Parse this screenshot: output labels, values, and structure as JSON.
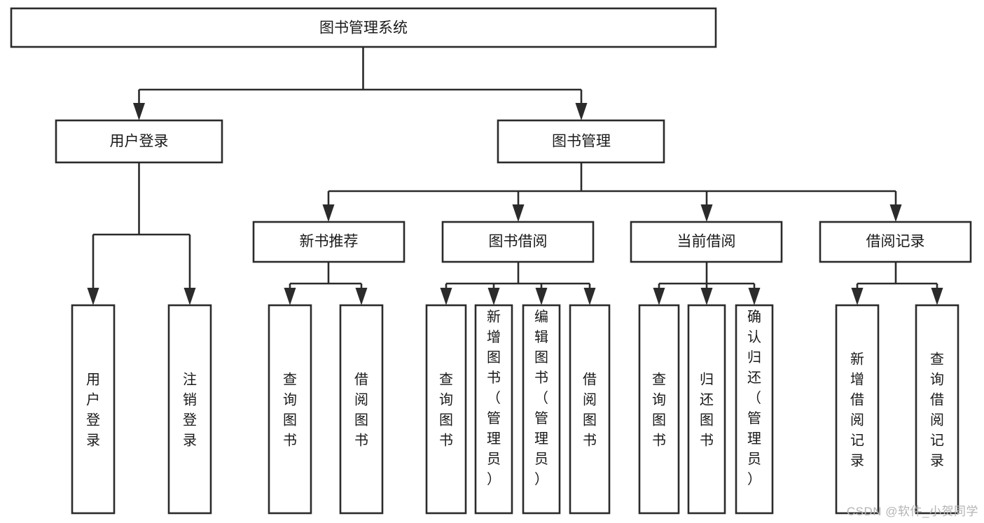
{
  "diagram": {
    "title": "图书管理系统",
    "watermark": "CSDN @软件_小贺同学",
    "colors": {
      "stroke": "#2b2b2b",
      "fill": "#ffffff",
      "text": "#1a1a1a",
      "watermark": "#b4b4b4"
    },
    "root": {
      "label": "图书管理系统"
    },
    "level2": [
      {
        "label": "用户登录"
      },
      {
        "label": "图书管理"
      }
    ],
    "level3": [
      {
        "label": "新书推荐"
      },
      {
        "label": "图书借阅"
      },
      {
        "label": "当前借阅"
      },
      {
        "label": "借阅记录"
      }
    ],
    "leaves": {
      "user_login": [
        {
          "label": "用户登录"
        },
        {
          "label": "注销登录"
        }
      ],
      "new_book": [
        {
          "label": "查询图书"
        },
        {
          "label": "借阅图书"
        }
      ],
      "borrow": [
        {
          "label": "查询图书"
        },
        {
          "label": "新增图书（管理员）"
        },
        {
          "label": "编辑图书（管理员）"
        },
        {
          "label": "借阅图书"
        }
      ],
      "current": [
        {
          "label": "查询图书"
        },
        {
          "label": "归还图书"
        },
        {
          "label": "确认归还（管理员）"
        }
      ],
      "records": [
        {
          "label": "新增借阅记录"
        },
        {
          "label": "查询借阅记录"
        }
      ]
    }
  },
  "chart_data": {
    "type": "diagram",
    "title": "图书管理系统",
    "diagram_kind": "tree / hierarchy (功能结构图)",
    "orientation": "top-down",
    "nodes": [
      {
        "id": "root",
        "label": "图书管理系统",
        "level": 0,
        "parent": null
      },
      {
        "id": "n_login",
        "label": "用户登录",
        "level": 1,
        "parent": "root"
      },
      {
        "id": "n_manage",
        "label": "图书管理",
        "level": 1,
        "parent": "root"
      },
      {
        "id": "n_new",
        "label": "新书推荐",
        "level": 2,
        "parent": "n_manage"
      },
      {
        "id": "n_borrow",
        "label": "图书借阅",
        "level": 2,
        "parent": "n_manage"
      },
      {
        "id": "n_current",
        "label": "当前借阅",
        "level": 2,
        "parent": "n_manage"
      },
      {
        "id": "n_record",
        "label": "借阅记录",
        "level": 2,
        "parent": "n_manage"
      },
      {
        "id": "l1",
        "label": "用户登录",
        "level": 2,
        "parent": "n_login"
      },
      {
        "id": "l2",
        "label": "注销登录",
        "level": 2,
        "parent": "n_login"
      },
      {
        "id": "l3",
        "label": "查询图书",
        "level": 3,
        "parent": "n_new"
      },
      {
        "id": "l4",
        "label": "借阅图书",
        "level": 3,
        "parent": "n_new"
      },
      {
        "id": "l5",
        "label": "查询图书",
        "level": 3,
        "parent": "n_borrow"
      },
      {
        "id": "l6",
        "label": "新增图书（管理员）",
        "level": 3,
        "parent": "n_borrow"
      },
      {
        "id": "l7",
        "label": "编辑图书（管理员）",
        "level": 3,
        "parent": "n_borrow"
      },
      {
        "id": "l8",
        "label": "借阅图书",
        "level": 3,
        "parent": "n_borrow"
      },
      {
        "id": "l9",
        "label": "查询图书",
        "level": 3,
        "parent": "n_current"
      },
      {
        "id": "l10",
        "label": "归还图书",
        "level": 3,
        "parent": "n_current"
      },
      {
        "id": "l11",
        "label": "确认归还（管理员）",
        "level": 3,
        "parent": "n_current"
      },
      {
        "id": "l12",
        "label": "新增借阅记录",
        "level": 3,
        "parent": "n_record"
      },
      {
        "id": "l13",
        "label": "查询借阅记录",
        "level": 3,
        "parent": "n_record"
      }
    ],
    "edges": [
      [
        "root",
        "n_login"
      ],
      [
        "root",
        "n_manage"
      ],
      [
        "n_login",
        "l1"
      ],
      [
        "n_login",
        "l2"
      ],
      [
        "n_manage",
        "n_new"
      ],
      [
        "n_manage",
        "n_borrow"
      ],
      [
        "n_manage",
        "n_current"
      ],
      [
        "n_manage",
        "n_record"
      ],
      [
        "n_new",
        "l3"
      ],
      [
        "n_new",
        "l4"
      ],
      [
        "n_borrow",
        "l5"
      ],
      [
        "n_borrow",
        "l6"
      ],
      [
        "n_borrow",
        "l7"
      ],
      [
        "n_borrow",
        "l8"
      ],
      [
        "n_current",
        "l9"
      ],
      [
        "n_current",
        "l10"
      ],
      [
        "n_current",
        "l11"
      ],
      [
        "n_record",
        "l12"
      ],
      [
        "n_record",
        "l13"
      ]
    ]
  }
}
